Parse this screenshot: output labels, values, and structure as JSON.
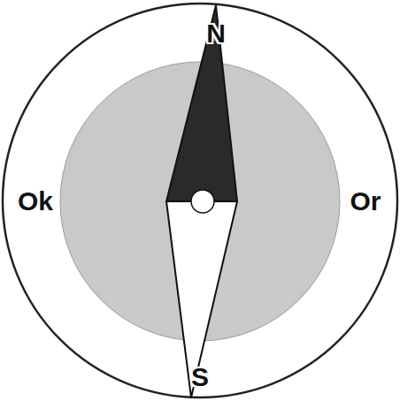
{
  "diagram": {
    "labels": [
      "N",
      "Ok",
      "Or",
      "S"
    ]
  }
}
